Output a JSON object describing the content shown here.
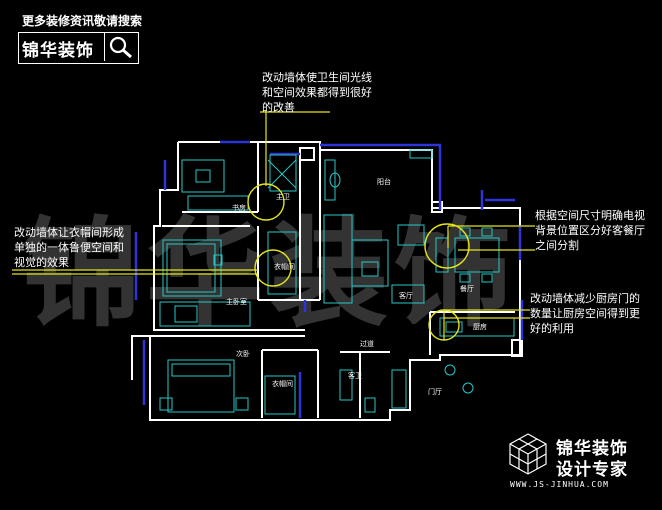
{
  "header": {
    "search_hint": "更多装修资讯敬请搜索",
    "brand_name": "锦华装饰"
  },
  "annotations": [
    {
      "id": "bathroom",
      "text": "改动墙体使卫生间光线\n和空间效果都得到很好\n的改善"
    },
    {
      "id": "cloakroom",
      "text": "改动墙体让衣帽间形成\n单独的一体鲁便空间和\n视觉的效果"
    },
    {
      "id": "dining",
      "text": "根据空间尺寸明确电视\n背景位置区分好客餐厅\n之间分割"
    },
    {
      "id": "kitchen",
      "text": "改动墙体减少厨房门的\n数量让厨房空间得到更\n好的利用"
    }
  ],
  "rooms": {
    "study": "书房",
    "bathroom_main": "主卫",
    "balcony": "阳台",
    "cloakroom_main": "衣帽间",
    "master_bedroom": "主卧室",
    "living_room": "客厅",
    "dining_room": "餐厅",
    "kitchen": "厨房",
    "second_bedroom": "次卧",
    "cloakroom_second": "衣帽间",
    "corridor": "过道",
    "guest_bath": "客卫",
    "entrance": "门厅"
  },
  "watermark": "锦华装饰",
  "footer": {
    "company_line1": "锦华装饰",
    "company_line2": "设计专家",
    "website": "WWW.JS-JINHUA.COM"
  },
  "colors": {
    "background": "#000000",
    "wall": "#ffffff",
    "wall_blue": "#2c35d8",
    "furniture": "#27c7c7",
    "annotation_line": "#e5e41c"
  }
}
